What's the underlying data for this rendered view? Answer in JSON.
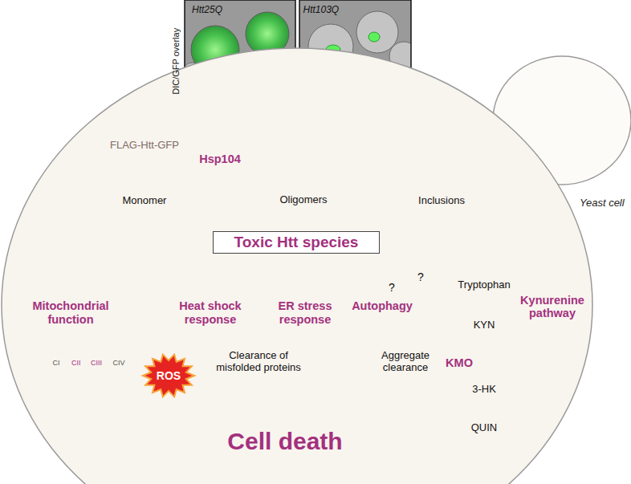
{
  "diagram": {
    "nodes": [
      {
        "text": [
          "Yeast cell"
        ]
      },
      {
        "text": [
          "FLAG-Htt-GFP",
          "Monomer"
        ],
        "in": 0
      },
      {
        "text": [
          "Oligomers"
        ],
        "in": 0
      },
      {
        "text": [
          "Inclusions"
        ],
        "in": 0
      },
      {
        "text": [
          "Toxic Htt species"
        ],
        "in": 0
      },
      {
        "text": [
          "Mitochondrial function"
        ],
        "in": 0
      },
      {
        "text": [
          "Heat shock response"
        ],
        "in": 0
      },
      {
        "text": [
          "ER stress response"
        ],
        "in": 0
      },
      {
        "text": [
          "Autophagy"
        ],
        "in": 0
      },
      {
        "text": [
          "Tryptophan"
        ],
        "in": 0
      },
      {
        "text": [
          "KYN"
        ],
        "in": 0
      },
      {
        "text": [
          "KMO"
        ],
        "in": 0
      },
      {
        "text": [
          "3-HK"
        ],
        "in": 0
      },
      {
        "text": [
          "QUIN"
        ],
        "in": 0
      },
      {
        "text": [
          "ROS"
        ],
        "in": 0
      },
      {
        "text": [
          "Clearance of misfolded proteins"
        ],
        "in": 0
      },
      {
        "text": [
          "Aggregate clearance"
        ],
        "in": 0
      },
      {
        "text": [
          "Cell death"
        ],
        "in": 0
      }
    ],
    "edges": [
      {
        "from": 1,
        "to": 2,
        "arrow": "to",
        "label": "Hsp104"
      },
      {
        "from": 2,
        "to": 3,
        "arrow": "to"
      },
      {
        "from": 3,
        "to": 2,
        "arrow": "to"
      },
      {
        "from": 1,
        "to": 4,
        "arrow": "to"
      },
      {
        "from": 2,
        "to": 4,
        "arrow": "to"
      },
      {
        "from": 3,
        "to": 4,
        "arrow": "to"
      },
      {
        "from": 4,
        "to": 5,
        "arrow": "to"
      },
      {
        "from": 4,
        "to": 6,
        "arrow": "to"
      },
      {
        "from": 4,
        "to": 7,
        "arrow": "to"
      },
      {
        "from": 4,
        "to": 8,
        "arrow": "to",
        "label": "?"
      },
      {
        "from": 4,
        "to": 11,
        "arrow": "to",
        "label": "?"
      },
      {
        "from": 9,
        "to": 10,
        "arrow": "to"
      },
      {
        "from": 10,
        "to": 12,
        "arrow": "to"
      },
      {
        "from": 12,
        "to": 13,
        "arrow": "to"
      },
      {
        "from": 6,
        "to": 15,
        "arrow": "to"
      },
      {
        "from": 7,
        "to": 15,
        "arrow": "to"
      },
      {
        "from": 8,
        "to": 16,
        "arrow": "to"
      },
      {
        "from": 14,
        "to": 17,
        "arrow": "to"
      },
      {
        "from": 15,
        "to": 17,
        "arrow": "to"
      },
      {
        "from": 16,
        "to": 17,
        "arrow": "to"
      },
      {
        "from": 12,
        "to": 17,
        "arrow": "to"
      },
      {
        "from": 13,
        "to": 17,
        "arrow": "to"
      }
    ],
    "labels": [
      "DIC/GFP overlay",
      "Htt25Q",
      "Htt103Q",
      "Kynurenine pathway",
      "CI",
      "CII",
      "CIII",
      "CIV"
    ]
  }
}
